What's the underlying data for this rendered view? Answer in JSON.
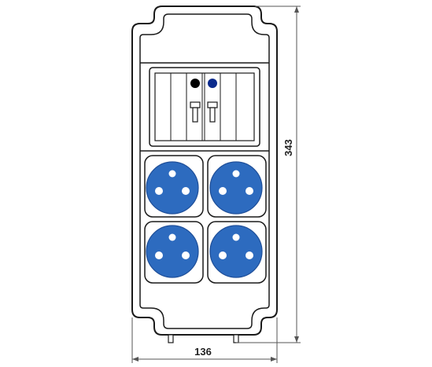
{
  "dimensions": {
    "width_label": "136",
    "height_label": "343"
  },
  "colors": {
    "outline": "#1a1a1a",
    "dimension_line": "#555555",
    "socket_blue": "#2d6bbf",
    "socket_blue_dark": "#1f4f99",
    "indicator_black": "#000000",
    "indicator_blue": "#0a2a8c",
    "background": "#ffffff"
  },
  "breaker_panel": {
    "indicator_lights": [
      "black",
      "blue"
    ],
    "breaker_count": 2
  },
  "sockets": {
    "count": 4,
    "rows": 2,
    "columns": 2,
    "pins_per_socket": 3
  }
}
